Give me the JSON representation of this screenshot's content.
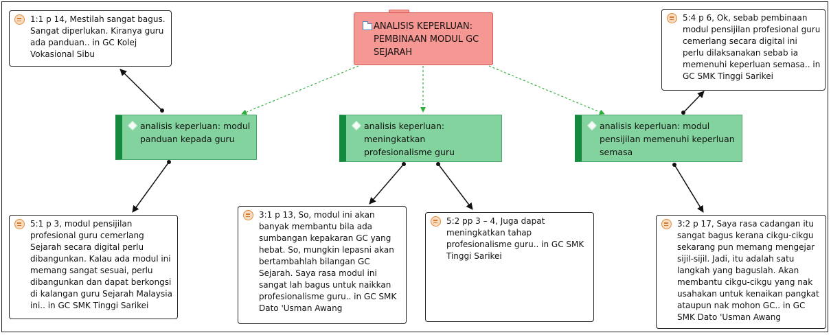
{
  "root": {
    "label": "ANALISIS KEPERLUAN: PEMBINAAN MODUL GC SEJARAH"
  },
  "codes": [
    {
      "label": "analisis keperluan: modul panduan kepada guru"
    },
    {
      "label": "analisis keperluan: meningkatkan profesionalisme guru"
    },
    {
      "label": "analisis keperluan: modul pensijilan memenuhi keperluan semasa"
    }
  ],
  "quotes": [
    {
      "text": "1:1 p 14, Mestilah sangat bagus. Sangat diperlukan. Kiranya guru ada panduan.. in GC Kolej Vokasional Sibu"
    },
    {
      "text": "5:1 p 3, modul pensijilan profesional guru cemerlang Sejarah secara digital perlu dibangunkan. Kalau ada modul ini memang sangat sesuai, perlu dibangunkan dan dapat berkongsi di kalangan guru Sejarah Malaysia ini.. in GC SMK Tinggi Sarikei"
    },
    {
      "text": "3:1 p 13, So, modul ini akan banyak membantu bila ada sumbangan kepakaran GC yang hebat. So, mungkin lepasni akan bertambahlah bilangan GC Sejarah. Saya rasa modul ini sangat lah bagus untuk naikkan profesionalisme guru.. in GC SMK Dato 'Usman Awang"
    },
    {
      "text": "5:2 pp 3 – 4, Juga dapat meningkatkan tahap profesionalisme guru.. in GC SMK Tinggi Sarikei"
    },
    {
      "text": "5:4 p 6, Ok, sebab pembinaan modul pensijilan profesional guru cemerlang secara digital ini perlu dilaksanakan sebab ia memenuhi keperluan semasa.. in GC SMK Tinggi Sarikei"
    },
    {
      "text": "3:2 p 17, Saya rasa cadangan itu sangat bagus kerana cikgu-cikgu sekarang pun memang mengejar sijil-sijil. Jadi, itu adalah satu langkah yang baguslah. Akan membantu cikgu-cikgu yang nak usahakan untuk kenaikan pangkat ataupun nak mohon GC.. in GC SMK Dato 'Usman Awang"
    }
  ],
  "colors": {
    "root_fill": "#f59792",
    "code_fill": "#82d39e",
    "code_bar": "#148a3e",
    "dashed_link": "#2fae3c",
    "quote_icon": "#e08a3a"
  },
  "icons": {
    "root": "folder-icon",
    "code": "diamond-icon",
    "quote": "quotation-icon"
  }
}
